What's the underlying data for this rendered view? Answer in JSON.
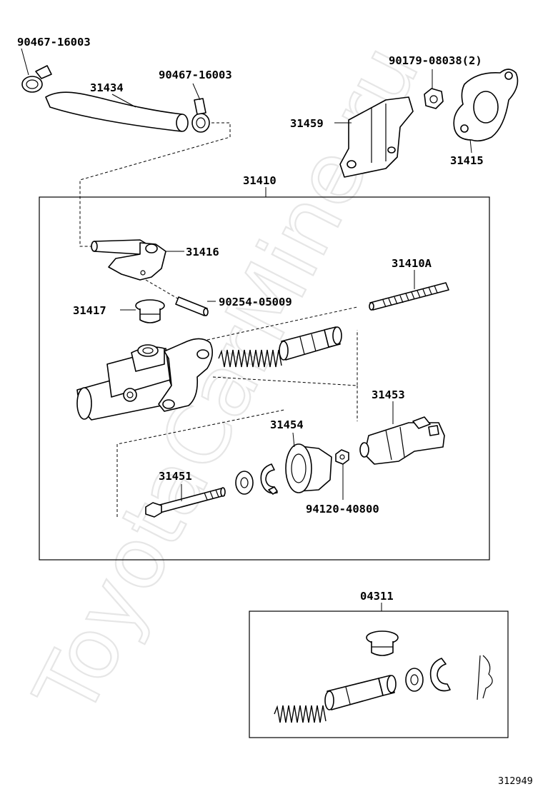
{
  "watermark": "ToyotaCarMine.ru",
  "figure_number": "312949",
  "labels": {
    "clip_hose_left": "90467-16003",
    "hose": "31434",
    "clip_hose_right": "90467-16003",
    "nut": "90179-08038(2)",
    "bracket": "31459",
    "gasket": "31415",
    "master_cylinder_assy": "31410",
    "union": "31416",
    "plug": "31417",
    "pin": "90254-05009",
    "stud": "31410A",
    "push_rod_clevis": "31453",
    "boot": "31454",
    "push_rod": "31451",
    "clevis_nut": "94120-40800",
    "repair_kit": "04311"
  }
}
